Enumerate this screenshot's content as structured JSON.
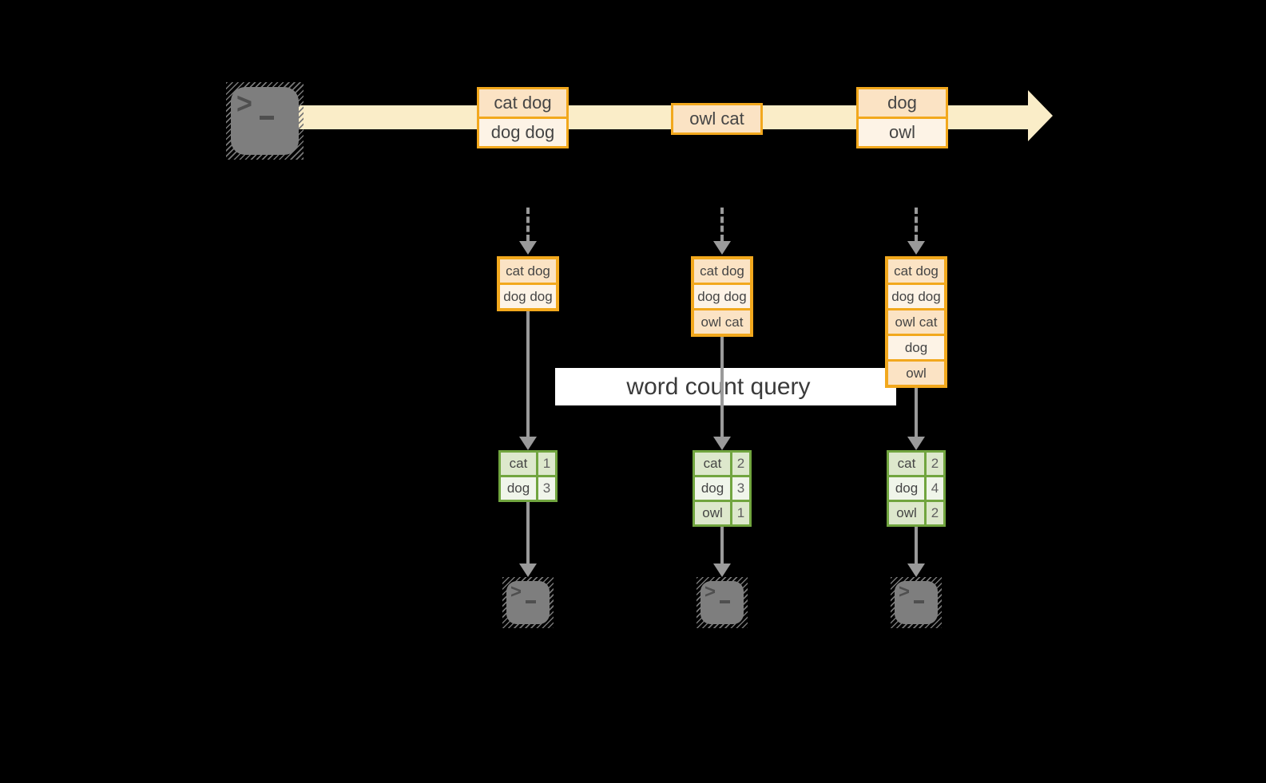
{
  "query": {
    "label": "word count query"
  },
  "stream": {
    "batches": [
      {
        "lines": [
          "cat dog",
          "dog dog"
        ]
      },
      {
        "lines": [
          "owl cat"
        ]
      },
      {
        "lines": [
          "dog",
          "owl"
        ]
      }
    ]
  },
  "columns": [
    {
      "input_lines": [
        "cat dog",
        "dog dog"
      ],
      "counts": [
        {
          "word": "cat",
          "count": "1"
        },
        {
          "word": "dog",
          "count": "3"
        }
      ]
    },
    {
      "input_lines": [
        "cat dog",
        "dog dog",
        "owl cat"
      ],
      "counts": [
        {
          "word": "cat",
          "count": "2"
        },
        {
          "word": "dog",
          "count": "3"
        },
        {
          "word": "owl",
          "count": "1"
        }
      ]
    },
    {
      "input_lines": [
        "cat dog",
        "dog dog",
        "owl cat",
        "dog",
        "owl"
      ],
      "counts": [
        {
          "word": "cat",
          "count": "2"
        },
        {
          "word": "dog",
          "count": "4"
        },
        {
          "word": "owl",
          "count": "2"
        }
      ]
    }
  ],
  "colors": {
    "bg": "#000000",
    "stream-band": "#FAEDC8",
    "orange-border": "#F2A81D",
    "cell-dark": "#FBE3C4",
    "cell-light": "#FDF3E6",
    "green-border": "#71A53F",
    "green-dark": "#DDE8CC",
    "green-light": "#F0F5EA",
    "arrow-gray": "#9A9A9A",
    "icon-gray": "#7E7E7E",
    "icon-glyph": "#4F4F4F",
    "text-dark": "#454545",
    "query-bg": "#FFFFFF",
    "query-text": "#3A3A3A"
  }
}
